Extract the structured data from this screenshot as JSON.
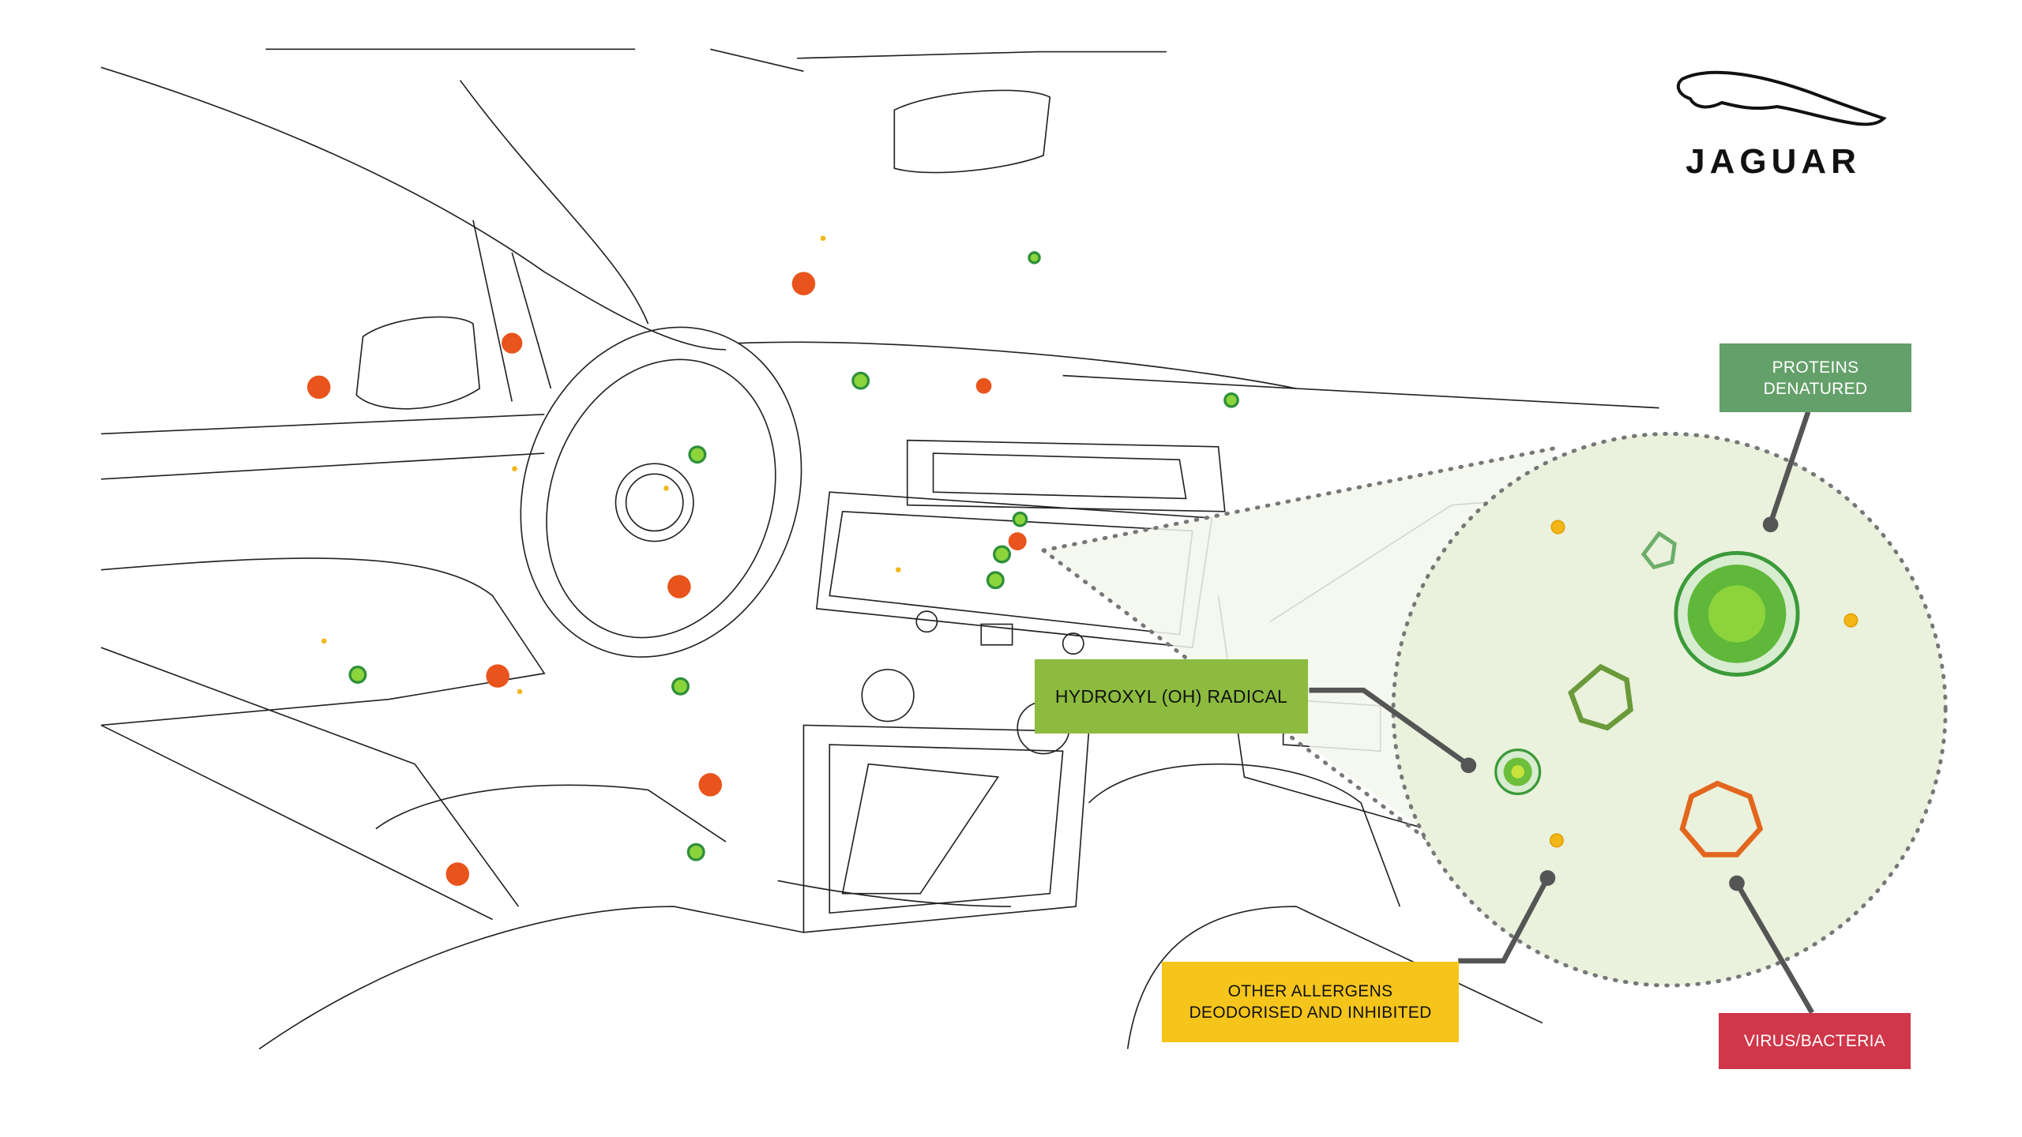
{
  "brand": {
    "name": "JAGUAR"
  },
  "labels": {
    "proteins": {
      "line1": "PROTEINS",
      "line2": "DENATURED",
      "color": "#64a06a"
    },
    "hydroxyl": {
      "text": "HYDROXYL (OH) RADICAL",
      "color": "#8cbb40"
    },
    "allergens": {
      "line1": "OTHER ALLERGENS",
      "line2": "DEODORISED AND INHIBITED",
      "color": "#f6c51c"
    },
    "virus": {
      "text": "VIRUS/BACTERIA",
      "color": "#d0374a"
    }
  },
  "colors": {
    "magnifier_fill": "#eaf1dc",
    "leader": "#555555",
    "particle_orange": "#e8541c",
    "particle_green": "#6cbf3a",
    "particle_yellow": "#f2b617"
  }
}
